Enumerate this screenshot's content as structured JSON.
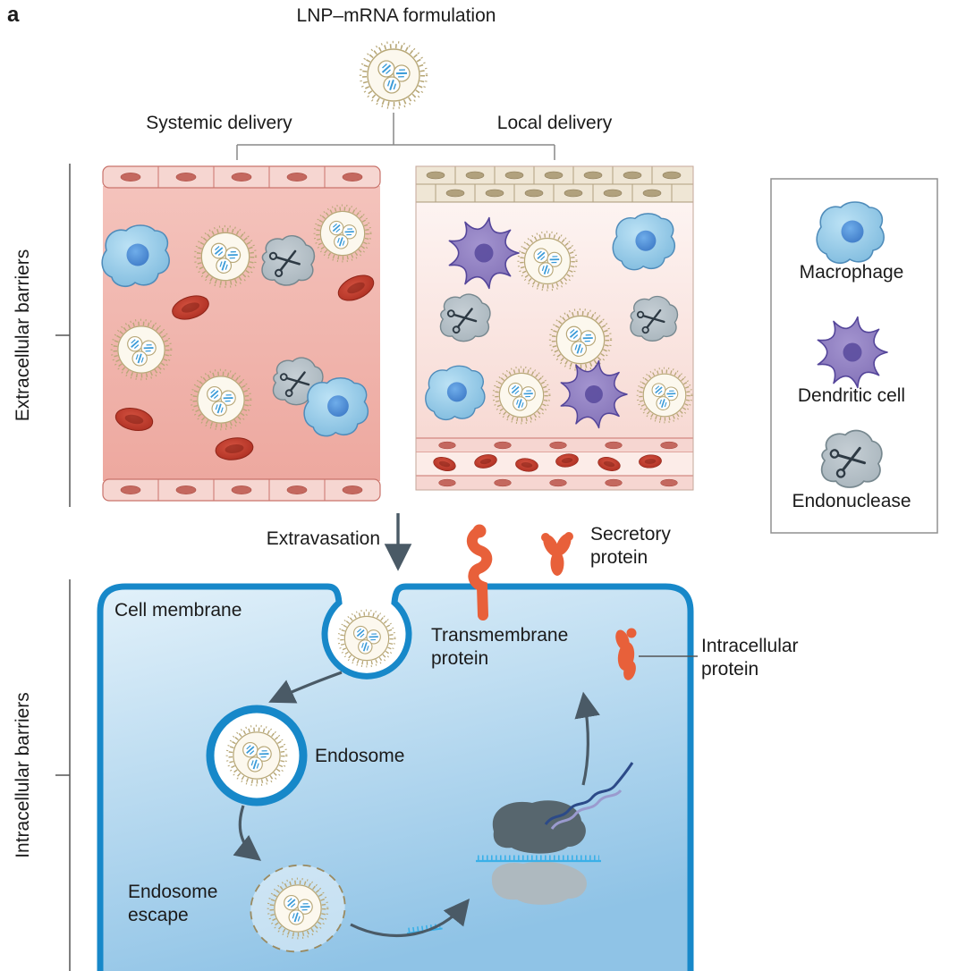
{
  "figure": {
    "panel_label": "a",
    "title": "LNP–mRNA formulation"
  },
  "delivery_routes": {
    "systemic": "Systemic delivery",
    "local": "Local delivery"
  },
  "barrier_sections": {
    "extracellular": "Extracellular barriers",
    "intracellular": "Intracellular barriers"
  },
  "legend": {
    "items": [
      {
        "icon": "macrophage-icon",
        "label": "Macrophage"
      },
      {
        "icon": "dendritic-cell-icon",
        "label": "Dendritic cell"
      },
      {
        "icon": "endonuclease-icon",
        "label": "Endonuclease"
      }
    ]
  },
  "process_labels": {
    "extravasation": "Extravasation",
    "secretory_protein": "Secretory protein",
    "cell_membrane": "Cell membrane",
    "transmembrane_protein": "Transmembrane protein",
    "intracellular_protein": "Intracellular protein",
    "endosome": "Endosome",
    "endosome_escape": "Endosome escape"
  },
  "colors": {
    "membrane_blue": "#1788c9",
    "cytoplasm_blue": "#bcdcef",
    "blood_pink": "#f0b7b0",
    "tissue_pink": "#fbe4df",
    "lnp_tan": "#b8a878",
    "mrna_blue": "#3b9bd8",
    "protein_orange": "#e8603a",
    "macrophage_blue": "#8cc6e8",
    "dendritic_purple": "#8a7cc0",
    "endonuclease_gray": "#b4bec6",
    "rbc_red": "#c0392b",
    "arrow_slate": "#4a5a66"
  }
}
